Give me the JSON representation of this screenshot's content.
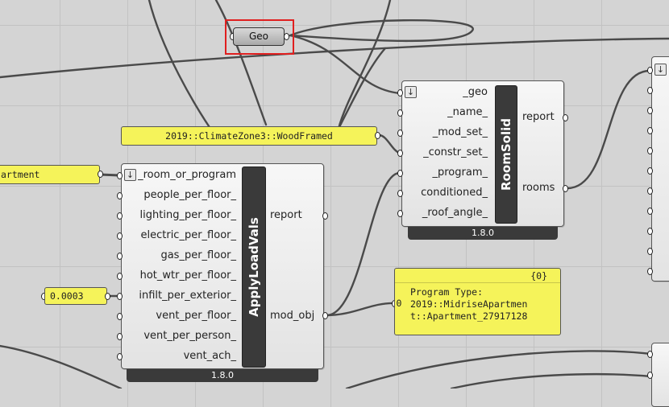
{
  "geo_param": {
    "label": "Geo"
  },
  "climate_panel": {
    "text": "2019::ClimateZone3::WoodFramed"
  },
  "program_panel_partial": {
    "text": "artment"
  },
  "infiltration_panel": {
    "text": "0.0003"
  },
  "room_solid": {
    "title": "RoomSolid",
    "inputs": [
      "_geo",
      "_name_",
      "_mod_set_",
      "_constr_set_",
      "_program_",
      "conditioned_",
      "_roof_angle_"
    ],
    "outputs": [
      "report",
      "rooms"
    ],
    "version": "1.8.0"
  },
  "apply_load_vals": {
    "title": "ApplyLoadVals",
    "inputs": [
      "_room_or_program",
      "people_per_floor_",
      "lighting_per_floor_",
      "electric_per_floor_",
      "gas_per_floor_",
      "hot_wtr_per_floor_",
      "infilt_per_exterior_",
      "vent_per_floor_",
      "vent_per_person_",
      "vent_ach_"
    ],
    "outputs": [
      "report",
      "mod_obj"
    ],
    "version": "1.8.0"
  },
  "output_panel": {
    "path": "{0}",
    "index": "0",
    "line1": "Program Type:",
    "line2": "2019::MidriseApartmen",
    "line3": "t::Apartment_27917128"
  },
  "icons": {
    "menu": "down-arrow-icon"
  },
  "colors": {
    "canvas": "#d4d4d4",
    "panel": "#f5f35a",
    "selection": "#e01f1f",
    "component_bar": "#3a3a3a"
  }
}
